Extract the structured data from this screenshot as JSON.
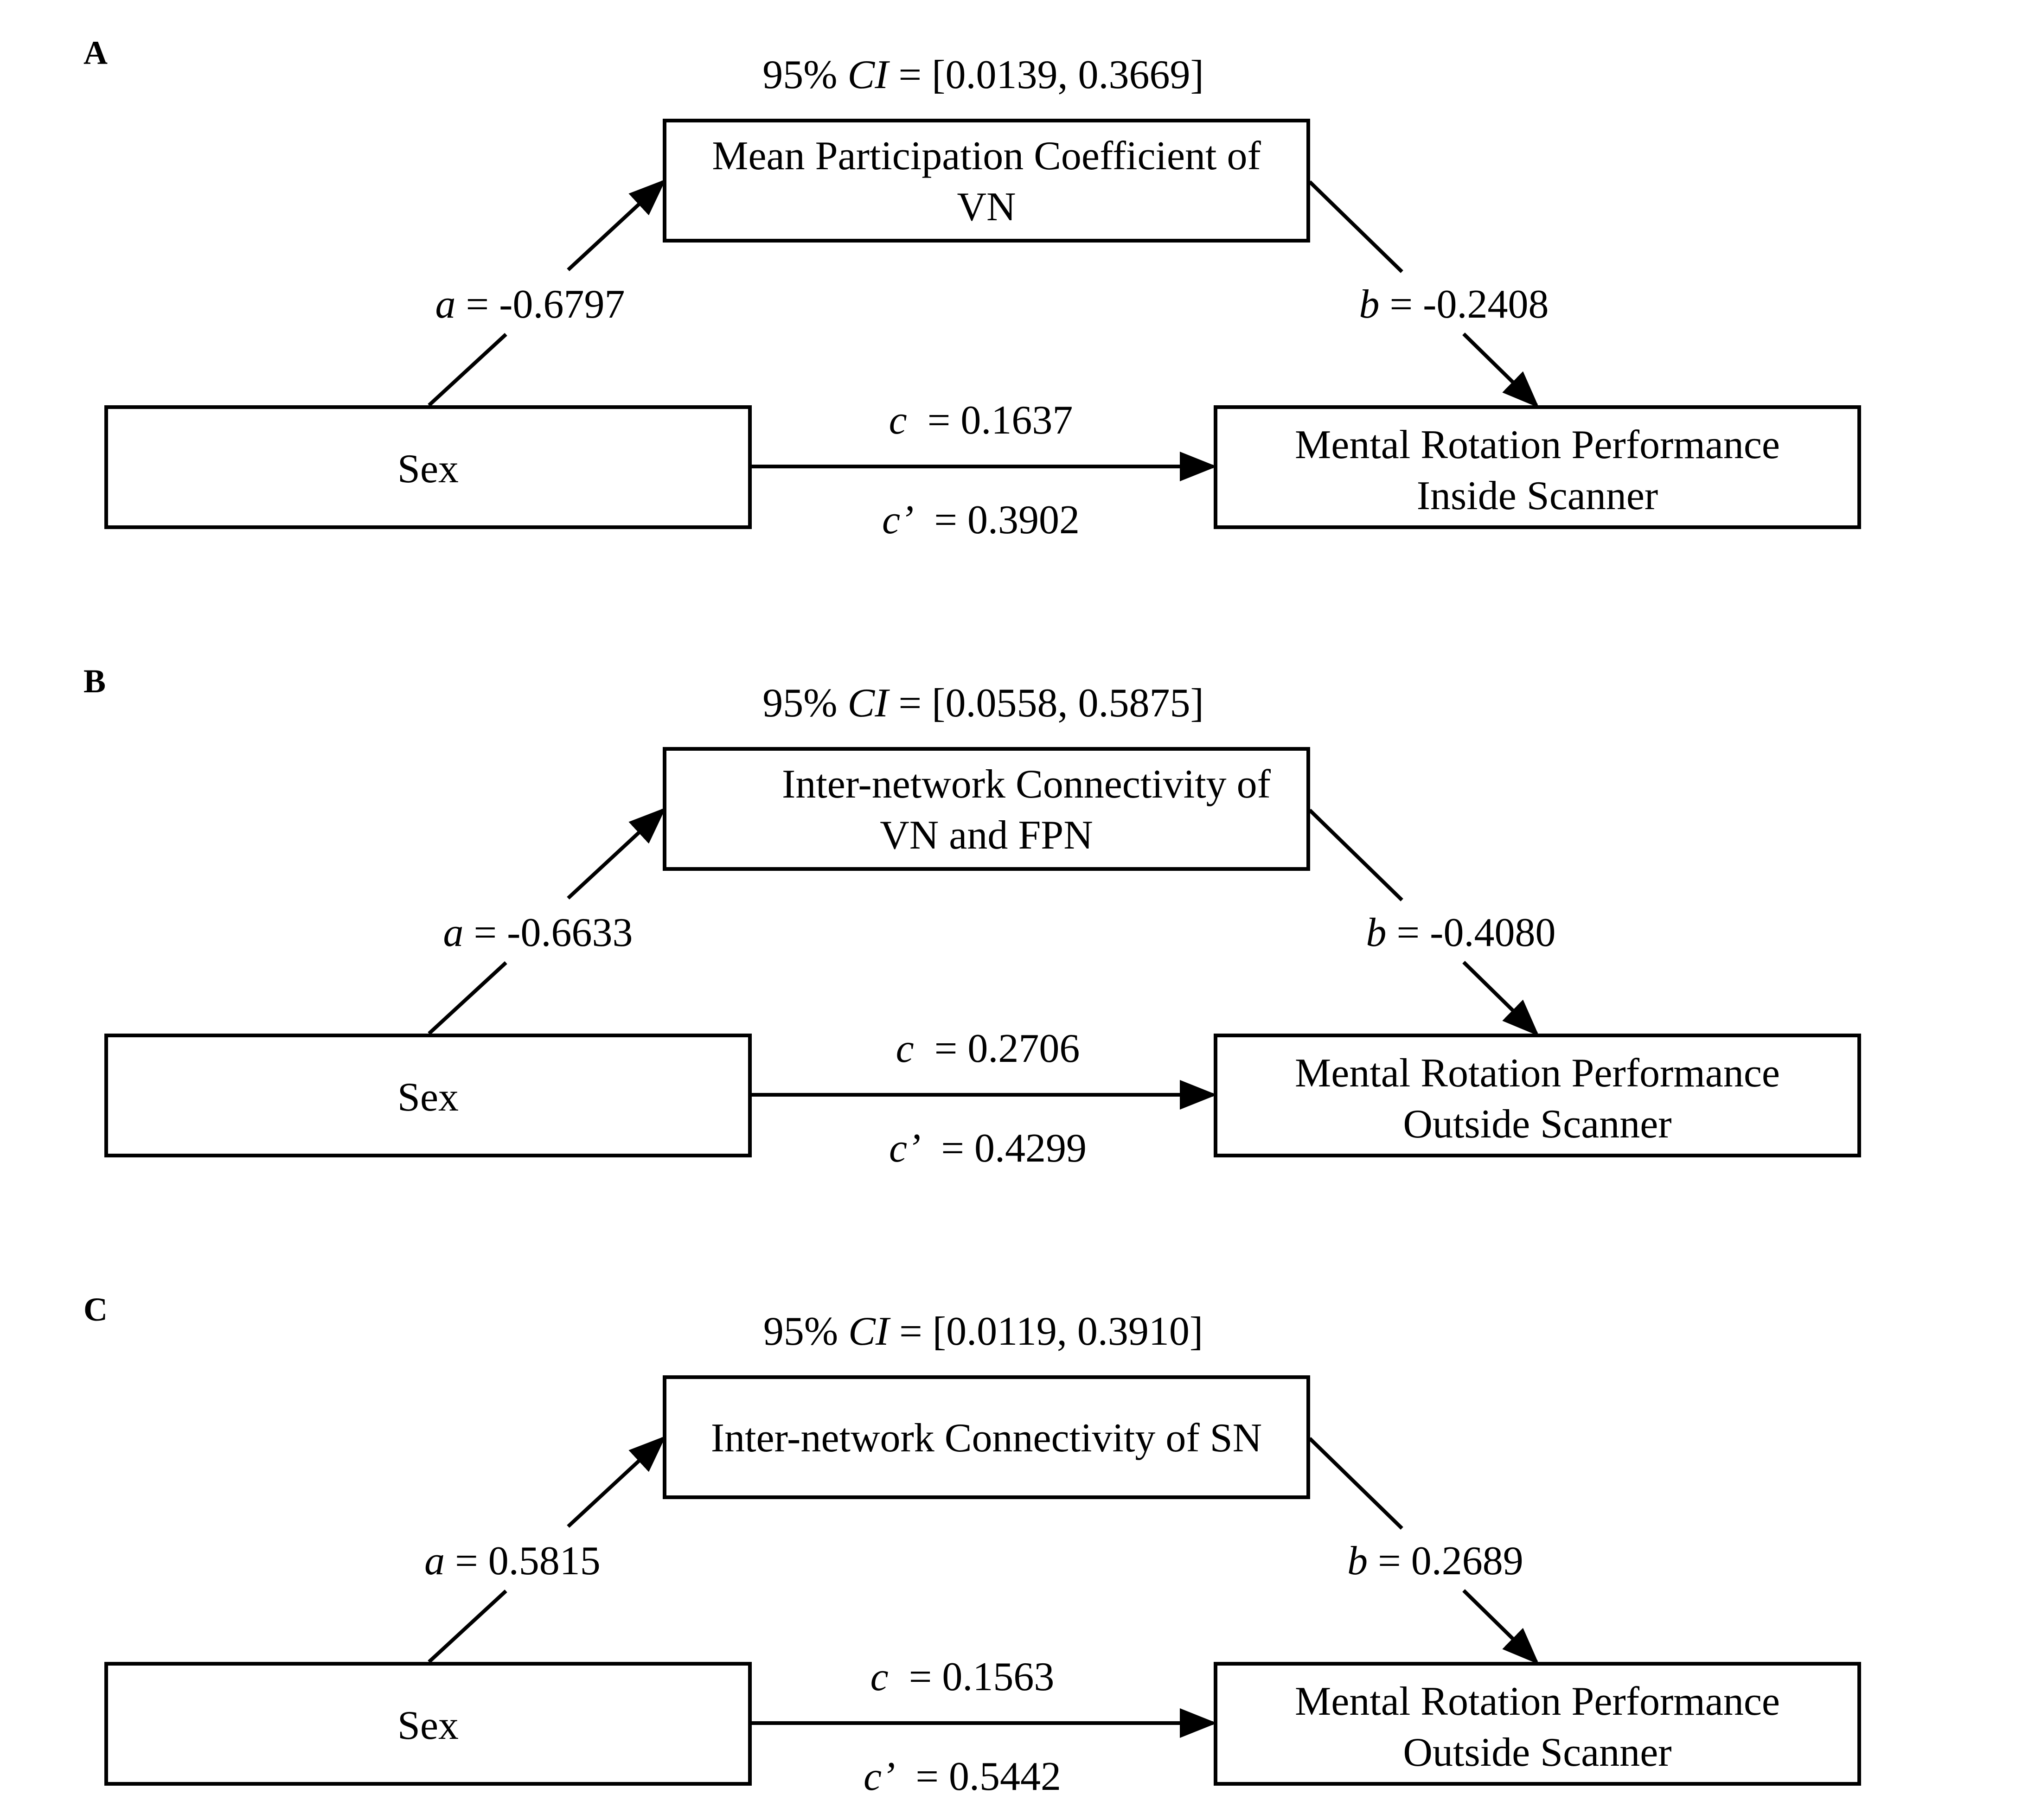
{
  "panels": [
    {
      "letter": "A",
      "ci_label": "95% CI = [0.0139, 0.3669]",
      "ci_prefix": "95% ",
      "ci_italic": "CI",
      "ci_value": " = [0.0139, 0.3669]",
      "mediator_lines": [
        "Mean Participation Coefficient of",
        "VN"
      ],
      "predictor": "Sex",
      "outcome_lines": [
        "Mental Rotation Performance",
        "Inside Scanner"
      ],
      "a_sym": "a",
      "a_val": " = -0.6797",
      "b_sym": "b",
      "b_val": " = -0.2408",
      "c_sym": "c",
      "c_val": "  = 0.1637",
      "cp_sym": "c’",
      "cp_val": "  = 0.3902"
    },
    {
      "letter": "B",
      "ci_label": "95% CI = [0.0558, 0.5875]",
      "ci_prefix": "95% ",
      "ci_italic": "CI",
      "ci_value": " = [0.0558, 0.5875]",
      "mediator_lines": [
        "Inter-network Connectivity of",
        "VN and FPN"
      ],
      "predictor": "Sex",
      "outcome_lines": [
        "Mental Rotation Performance",
        "Outside Scanner"
      ],
      "a_sym": "a",
      "a_val": " = -0.6633",
      "b_sym": "b",
      "b_val": " = -0.4080",
      "c_sym": "c",
      "c_val": "  = 0.2706",
      "cp_sym": "c’",
      "cp_val": "  = 0.4299"
    },
    {
      "letter": "C",
      "ci_label": "95% CI = [0.0119, 0.3910]",
      "ci_prefix": "95% ",
      "ci_italic": "CI",
      "ci_value": " = [0.0119, 0.3910]",
      "mediator_lines": [
        "Inter-network Connectivity of SN"
      ],
      "predictor": "Sex",
      "outcome_lines": [
        "Mental Rotation Performance",
        "Outside Scanner"
      ],
      "a_sym": "a",
      "a_val": " = 0.5815",
      "b_sym": "b",
      "b_val": " = 0.2689",
      "c_sym": "c",
      "c_val": "  = 0.1563",
      "cp_sym": "c’",
      "cp_val": "  = 0.5442"
    }
  ]
}
